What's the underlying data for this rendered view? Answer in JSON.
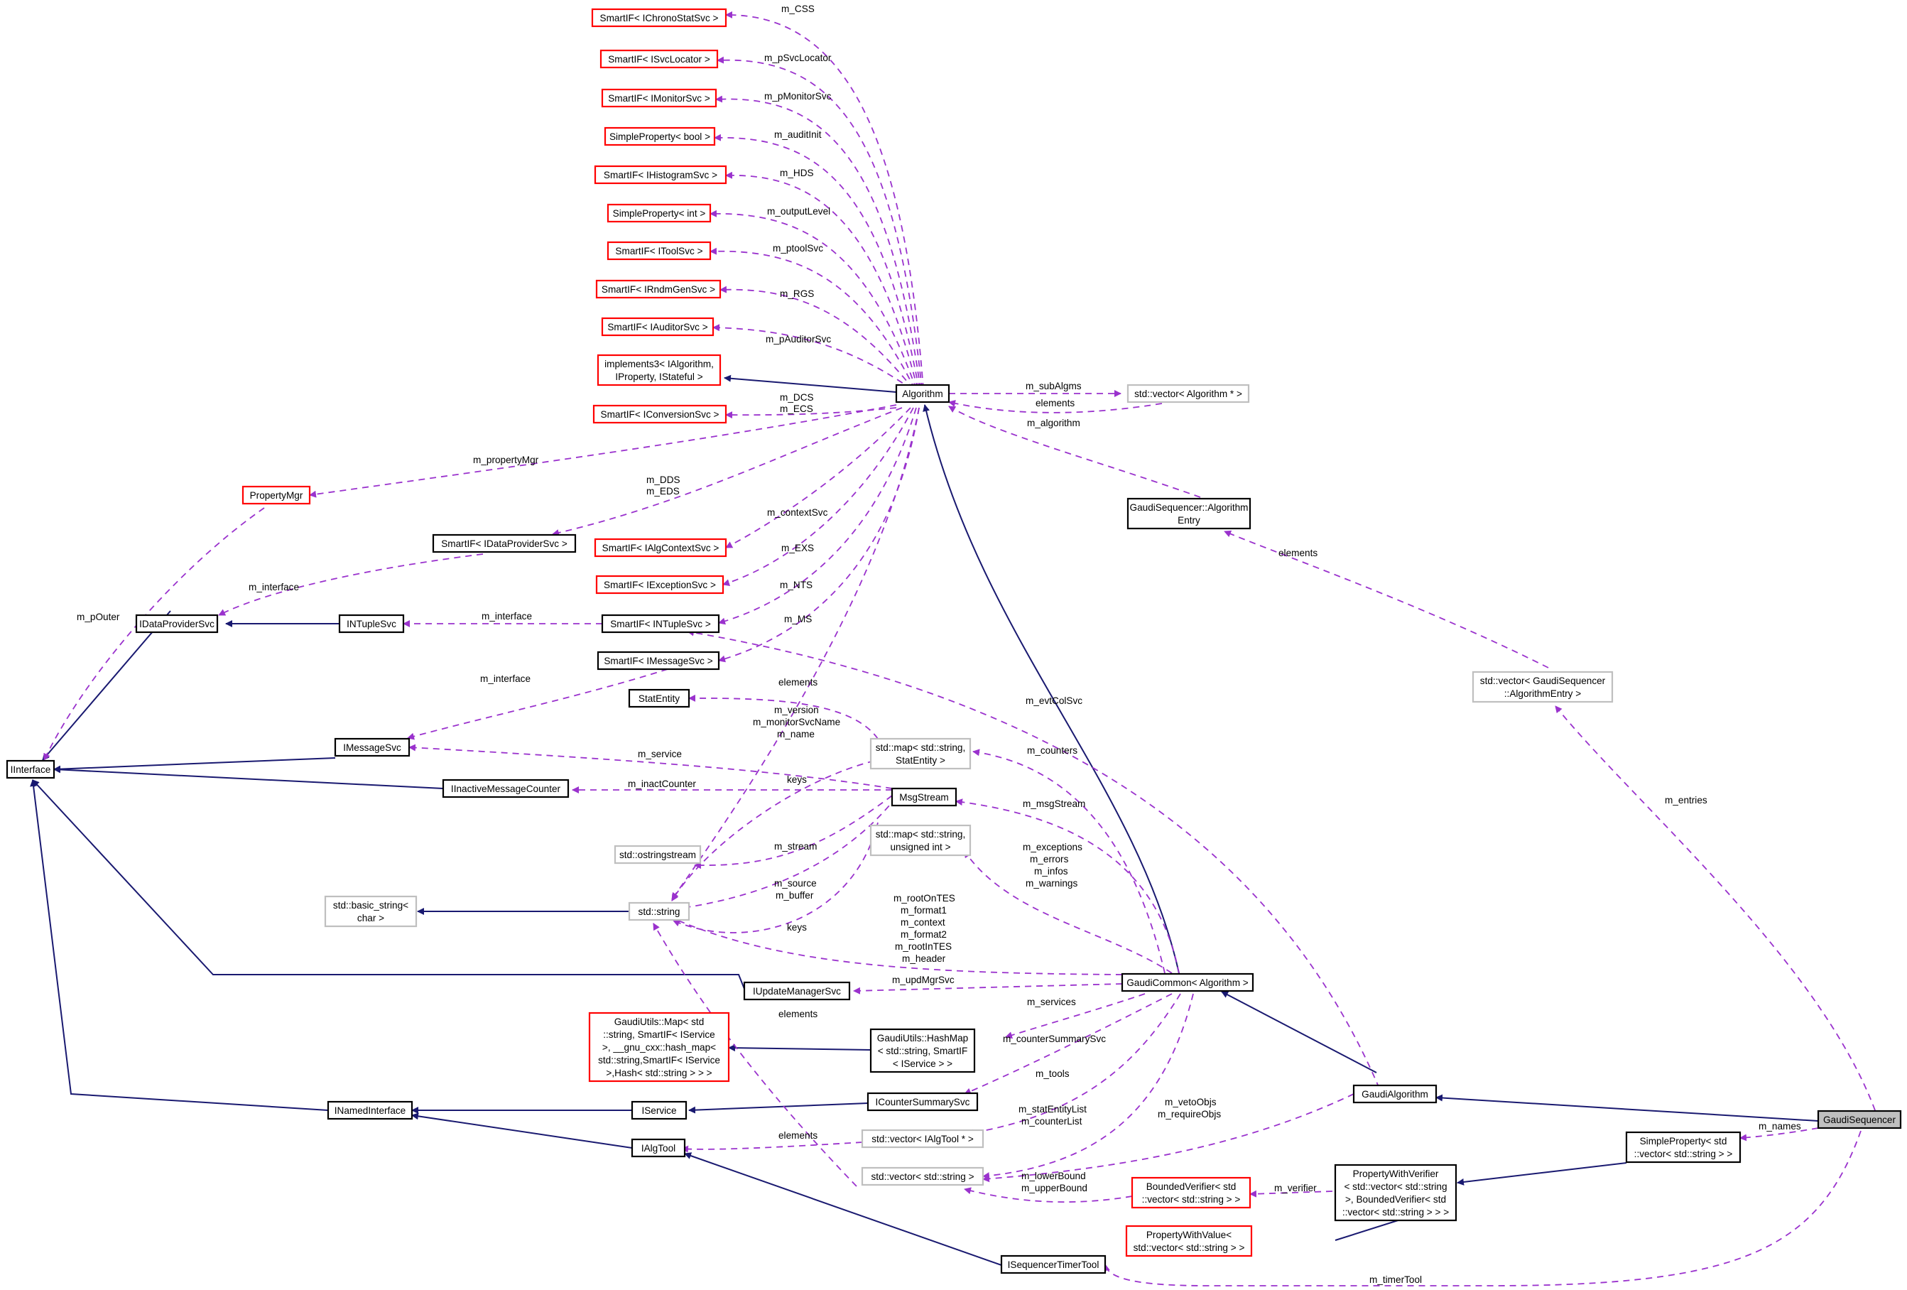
{
  "diagram": {
    "colors": {
      "inherit_edge": "#191970",
      "usage_edge": "#9a32cd",
      "documented_border": "#000000",
      "undocumented_border": "#ff0000",
      "external_border": "#bfbfbf",
      "focus_fill": "#bfbfbf"
    },
    "nodes": {
      "smartif_ichronostatsvc": "SmartIF< IChronoStatSvc >",
      "smartif_isvclocator": "SmartIF< ISvcLocator >",
      "smartif_imonitorsvc": "SmartIF< IMonitorSvc >",
      "simpleproperty_bool": "SimpleProperty< bool >",
      "smartif_ihistogramsvc": "SmartIF< IHistogramSvc >",
      "simpleproperty_int": "SimpleProperty< int >",
      "smartif_itoolsvc": "SmartIF< IToolSvc >",
      "smartif_irndmgensvc": "SmartIF< IRndmGenSvc >",
      "smartif_iauditorsvc": "SmartIF< IAuditorSvc >",
      "implements3": [
        "implements3< IAlgorithm,",
        "IProperty, IStateful >"
      ],
      "smartif_iconversionsvc": "SmartIF< IConversionSvc >",
      "propertymgr": "PropertyMgr",
      "smartif_idataprovidersvc": "SmartIF< IDataProviderSvc >",
      "smartif_ialgcontextsvc": "SmartIF< IAlgContextSvc >",
      "smartif_iexceptionsvc": "SmartIF< IExceptionSvc >",
      "smartif_intuplesvc": "SmartIF< INTupleSvc >",
      "smartif_imessagesvc": "SmartIF< IMessageSvc >",
      "statentity": "StatEntity",
      "algorithm": "Algorithm",
      "vector_algorithm_ptr": "std::vector< Algorithm * >",
      "gaudisequencer_algorithmentry": [
        "GaudiSequencer::Algorithm",
        "Entry"
      ],
      "vector_algorithmentry": [
        "std::vector< GaudiSequencer",
        "::AlgorithmEntry >"
      ],
      "idataprovidersvc": "IDataProviderSvc",
      "intuplesvc": "INTupleSvc",
      "iinterface": "IInterface",
      "imessagesvc": "IMessageSvc",
      "iinactivemessagecounter": "IInactiveMessageCounter",
      "map_string_statentity": [
        "std::map< std::string,",
        "StatEntity >"
      ],
      "msgstream": "MsgStream",
      "ostringstream": "std::ostringstream",
      "map_string_uint": [
        "std::map< std::string,",
        "unsigned int >"
      ],
      "basic_string": [
        "std::basic_string<",
        "char >"
      ],
      "std_string": "std::string",
      "iupdatemanagersvc": "IUpdateManagerSvc",
      "gaudicommon": "GaudiCommon< Algorithm >",
      "gaudiutils_map": [
        "GaudiUtils::Map< std",
        "::string, SmartIF< IService",
        ">, __gnu_cxx::hash_map<",
        "std::string,SmartIF< IService",
        ">,Hash< std::string > > >"
      ],
      "gaudiutils_hashmap": [
        "GaudiUtils::HashMap",
        "< std::string, SmartIF",
        "< IService > >"
      ],
      "inamedinterface": "INamedInterface",
      "iservice": "IService",
      "icountersummarysvc": "ICounterSummarySvc",
      "gaudialgorithm": "GaudiAlgorithm",
      "gaudisequencer": "GaudiSequencer",
      "ialgtool": "IAlgTool",
      "vector_ialgtool_ptr": "std::vector< IAlgTool * >",
      "simpleproperty_vector_string": [
        "SimpleProperty< std",
        "::vector< std::string > >"
      ],
      "vector_string": "std::vector< std::string >",
      "boundedverifier": [
        "BoundedVerifier< std",
        "::vector< std::string > >"
      ],
      "propertywithverifier": [
        "PropertyWithVerifier",
        "< std::vector< std::string",
        ">, BoundedVerifier< std",
        "::vector< std::string > > >"
      ],
      "propertywithvalue": [
        "PropertyWithValue<",
        "std::vector< std::string > >"
      ],
      "isequencertimertool": "ISequencerTimerTool"
    },
    "edge_labels": {
      "m_css": "m_CSS",
      "m_psvclocator": "m_pSvcLocator",
      "m_pmonitorsvc": "m_pMonitorSvc",
      "m_auditinit": "m_auditInit",
      "m_hds": "m_HDS",
      "m_outputlevel": "m_outputLevel",
      "m_ptoolsvc": "m_ptoolSvc",
      "m_rgs": "m_RGS",
      "m_pauditorsvc": "m_pAuditorSvc",
      "m_dcs_ecs": [
        "m_DCS",
        "m_ECS"
      ],
      "m_propertymgr": "m_propertyMgr",
      "m_dds_eds": [
        "m_DDS",
        "m_EDS"
      ],
      "m_contextsvc": "m_contextSvc",
      "m_exs": "m_EXS",
      "m_nts": "m_NTS",
      "m_ms": "m_MS",
      "m_subalgms": "m_subAlgms",
      "elements_algo": "elements",
      "m_algorithm": "m_algorithm",
      "elements_entry": "elements",
      "m_entries": "m_entries",
      "m_interface_dp": "m_interface",
      "m_pouter": "m_pOuter",
      "m_interface_nt": "m_interface",
      "m_interface_ms": "m_interface",
      "elements_stat": "elements",
      "m_version_block": [
        "m_version",
        "m_monitorSvcName",
        "m_name"
      ],
      "m_evtcolsvc": "m_evtColSvc",
      "m_service": "m_service",
      "keys_1": "keys",
      "m_counters": "m_counters",
      "m_inactcounter": "m_inactCounter",
      "m_msgstream": "m_msgStream",
      "m_stream": "m_stream",
      "m_exceptions_block": [
        "m_exceptions",
        "m_errors",
        "m_infos",
        "m_warnings"
      ],
      "m_source_block": [
        "m_source",
        "m_buffer"
      ],
      "m_roottes_block": [
        "m_rootOnTES",
        "m_format1",
        "m_context",
        "m_format2",
        "m_rootInTES",
        "m_header"
      ],
      "keys_2": "keys",
      "m_updmgrsvc": "m_updMgrSvc",
      "elements_str": "elements",
      "m_services": "m_services",
      "m_countersummarysvc": "m_counterSummarySvc",
      "m_tools": "m_tools",
      "m_vetoobjs_block": [
        "m_vetoObjs",
        "m_requireObjs"
      ],
      "m_statentitylist_block": [
        "m_statEntityList",
        "m_counterList"
      ],
      "elements_tool": "elements",
      "m_names": "m_names",
      "m_lowerbound_block": [
        "m_lowerBound",
        "m_upperBound"
      ],
      "m_verifier": "m_verifier",
      "m_timertool": "m_timerTool"
    }
  }
}
